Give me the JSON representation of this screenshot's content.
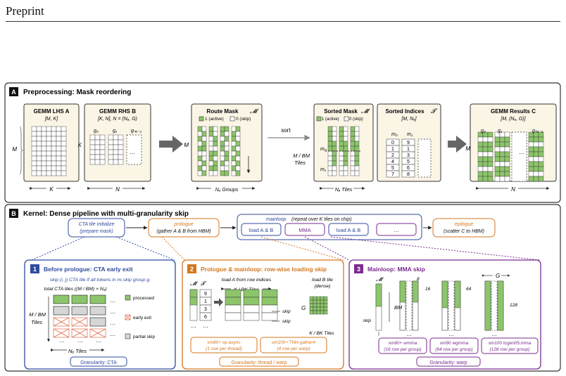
{
  "header": {
    "title": "Preprint"
  },
  "section_a": {
    "badge": "A",
    "title": "Preprocessing: Mask reordering",
    "lhs": {
      "title": "GEMM LHS A",
      "shape": "[M, K]"
    },
    "rhs": {
      "title": "GEMM RHS B",
      "shape": "[K, N], N = (Nₐ, G)"
    },
    "mask": {
      "title": "Route Mask",
      "symbol": "𝓜",
      "active": "1 (active)",
      "skip": "0 (skip)"
    },
    "sort_label": "sort",
    "sorted_mask": {
      "title": "Sorted Mask",
      "symbol": "𝓜̃",
      "active": "1 (active)",
      "skip": "0 (skip)",
      "ylabel1": "M / BM",
      "ylabel2": "Tiles",
      "m0": "m₀",
      "m1": "m₁"
    },
    "sorted_idx": {
      "title": "Sorted Indices",
      "symbol": "𝓣",
      "shape": "[M, Nₐ]",
      "m0": "m₀",
      "m1": "m₁",
      "col0": [
        "0",
        "1",
        "2",
        "4",
        "5",
        "7"
      ],
      "col1": [
        "9",
        "1",
        "3",
        "5",
        "6",
        "8"
      ]
    },
    "result": {
      "title": "GEMM Results C",
      "shape": "[M, (Nₐ, G)]"
    },
    "labels": {
      "M": "M",
      "K": "K",
      "N": "N",
      "ng_groups": "Nₐ Groups",
      "ng_tiles": "Nₐ Tiles",
      "g0": "g₀",
      "g1": "g₁",
      "gn": "gₙₐ₋₁",
      "dots": "…"
    }
  },
  "section_b": {
    "badge": "B",
    "title": "Kernel: Dense pipeline with multi-granularity skip",
    "cta_init": {
      "line1": "CTA tile initialize",
      "line2": "(prepare mask)"
    },
    "prologue": {
      "line1": "prologue",
      "line2": "(gather A & B from HBM)"
    },
    "mainloop": {
      "label": "mainloop",
      "note": "(repeat over K tiles on chip)",
      "load1": "load A & B",
      "mma": "MMA",
      "load2": "load A & B",
      "more": "…"
    },
    "epilogue": {
      "line1": "epilogue",
      "line2": "(scatter C to HBM)"
    },
    "box1": {
      "num": "1",
      "title": "Before prologue: CTA early exit",
      "skip_rule": "skip (i, j) CTA tile if all tokens in mᵢ skip group gⱼ",
      "total": "total CTA tiles ((M / BM) × Nₐ)",
      "ylabel1": "M / BM",
      "ylabel2": "Tiles",
      "xlabel": "Nₐ Tiles",
      "legend": [
        "processed",
        "early exit",
        "partial skip"
      ],
      "granularity": "Granularity: CTA"
    },
    "box2": {
      "num": "2",
      "title": "Prologue & mainloop: row-wise loading skip",
      "load_a": "load A from row indices",
      "kbk": "K / BK Tiles",
      "load_b1": "load B tile",
      "load_b2": "(dense)",
      "G": "G",
      "kbk2": "K / BK Tiles",
      "skip1": "skip",
      "skip2": "skip",
      "m_sym": "𝓜̃",
      "i_sym": "𝓣",
      "idx": [
        "9",
        "1",
        "3",
        "6"
      ],
      "chip1_l1": "sm80+ cp.async",
      "chip1_l2": "(1 row per thread)",
      "chip2_l1": "sm100+ TMA gather4",
      "chip2_l2": "(4 row per warp)",
      "granularity": "Granularity: thread / warp"
    },
    "box3": {
      "num": "3",
      "title": "Mainloop: MMA skip",
      "m_sym": "𝓜̃",
      "G": "G",
      "BM": "BM",
      "skip": "skip",
      "n8": "8",
      "n16": "16",
      "n64": "64",
      "n128": "128",
      "chip1_l1": "sm80+ wmma",
      "chip1_l2": "(16 row per group)",
      "chip2_l1": "sm90 wgmma",
      "chip2_l2": "(64 row per group)",
      "chip3_l1": "sm100 tcgen05.mma",
      "chip3_l2": "(128 row per group)",
      "granularity": "Granularity: warp"
    }
  },
  "colors": {
    "green": "#8dc56b",
    "blue": "#2e4a9e",
    "orange": "#d4771f",
    "purple": "#7a2b8e",
    "red": "#e06a4a",
    "grey": "#d6d6d6",
    "panel": "#fbf5e6"
  }
}
